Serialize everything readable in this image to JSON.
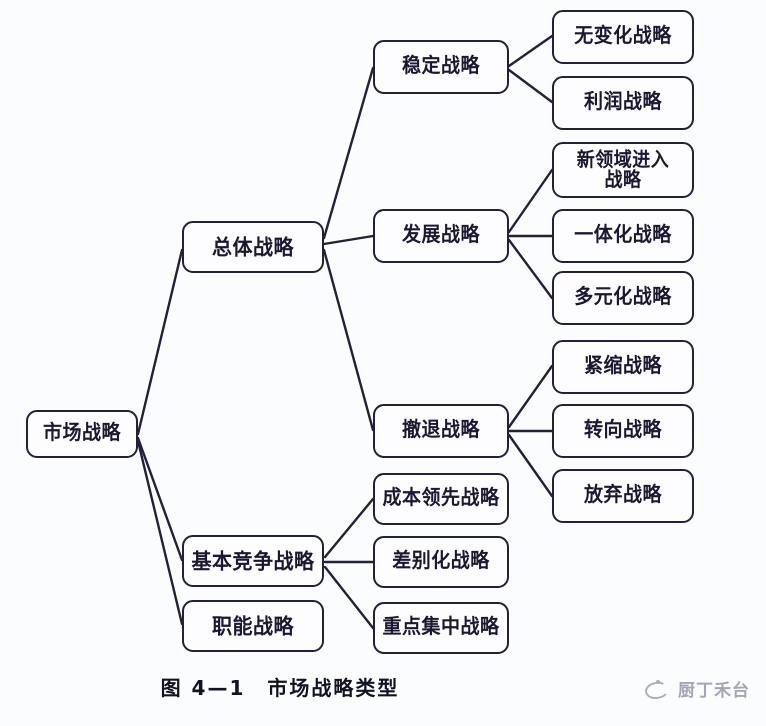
{
  "figure": {
    "caption": "图 4—1　市场战略类型",
    "background_color": "#fbfcfe",
    "line_color": "#23203a",
    "node_fill": "#fdfdff"
  },
  "watermark": {
    "text": "厨丁禾台",
    "icon": "swirl-logo-icon"
  },
  "nodes": {
    "root": {
      "label": "市场战略"
    },
    "level2": [
      {
        "id": "overall",
        "label": "总体战略"
      },
      {
        "id": "basic_competitive",
        "label": "基本竞争战略"
      },
      {
        "id": "functional",
        "label": "职能战略"
      }
    ],
    "overall_children": [
      {
        "id": "stability",
        "label": "稳定战略"
      },
      {
        "id": "development",
        "label": "发展战略"
      },
      {
        "id": "retreat",
        "label": "撤退战略"
      }
    ],
    "stability_children": [
      {
        "id": "no_change",
        "label": "无变化战略"
      },
      {
        "id": "profit",
        "label": "利润战略"
      }
    ],
    "development_children": [
      {
        "id": "new_field_entry",
        "label_line1": "新领域进入",
        "label_line2": "战略"
      },
      {
        "id": "integration",
        "label": "一体化战略"
      },
      {
        "id": "diversification",
        "label": "多元化战略"
      }
    ],
    "retreat_children": [
      {
        "id": "contraction",
        "label": "紧缩战略"
      },
      {
        "id": "turnaround",
        "label": "转向战略"
      },
      {
        "id": "abandonment",
        "label": "放弃战略"
      }
    ],
    "competitive_children": [
      {
        "id": "cost_leadership",
        "label": "成本领先战略"
      },
      {
        "id": "differentiation",
        "label": "差别化战略"
      },
      {
        "id": "focus",
        "label": "重点集中战略"
      }
    ]
  },
  "chart_data": {
    "type": "tree-diagram",
    "title": "图 4—1　市场战略类型",
    "root": "市场战略",
    "levels": 4,
    "edges": [
      [
        "市场战略",
        "总体战略"
      ],
      [
        "市场战略",
        "基本竞争战略"
      ],
      [
        "市场战略",
        "职能战略"
      ],
      [
        "总体战略",
        "稳定战略"
      ],
      [
        "总体战略",
        "发展战略"
      ],
      [
        "总体战略",
        "撤退战略"
      ],
      [
        "稳定战略",
        "无变化战略"
      ],
      [
        "稳定战略",
        "利润战略"
      ],
      [
        "发展战略",
        "新领域进入战略"
      ],
      [
        "发展战略",
        "一体化战略"
      ],
      [
        "发展战略",
        "多元化战略"
      ],
      [
        "撤退战略",
        "紧缩战略"
      ],
      [
        "撤退战略",
        "转向战略"
      ],
      [
        "撤退战略",
        "放弃战略"
      ],
      [
        "基本竞争战略",
        "成本领先战略"
      ],
      [
        "基本竞争战略",
        "差别化战略"
      ],
      [
        "基本竞争战略",
        "重点集中战略"
      ]
    ]
  }
}
